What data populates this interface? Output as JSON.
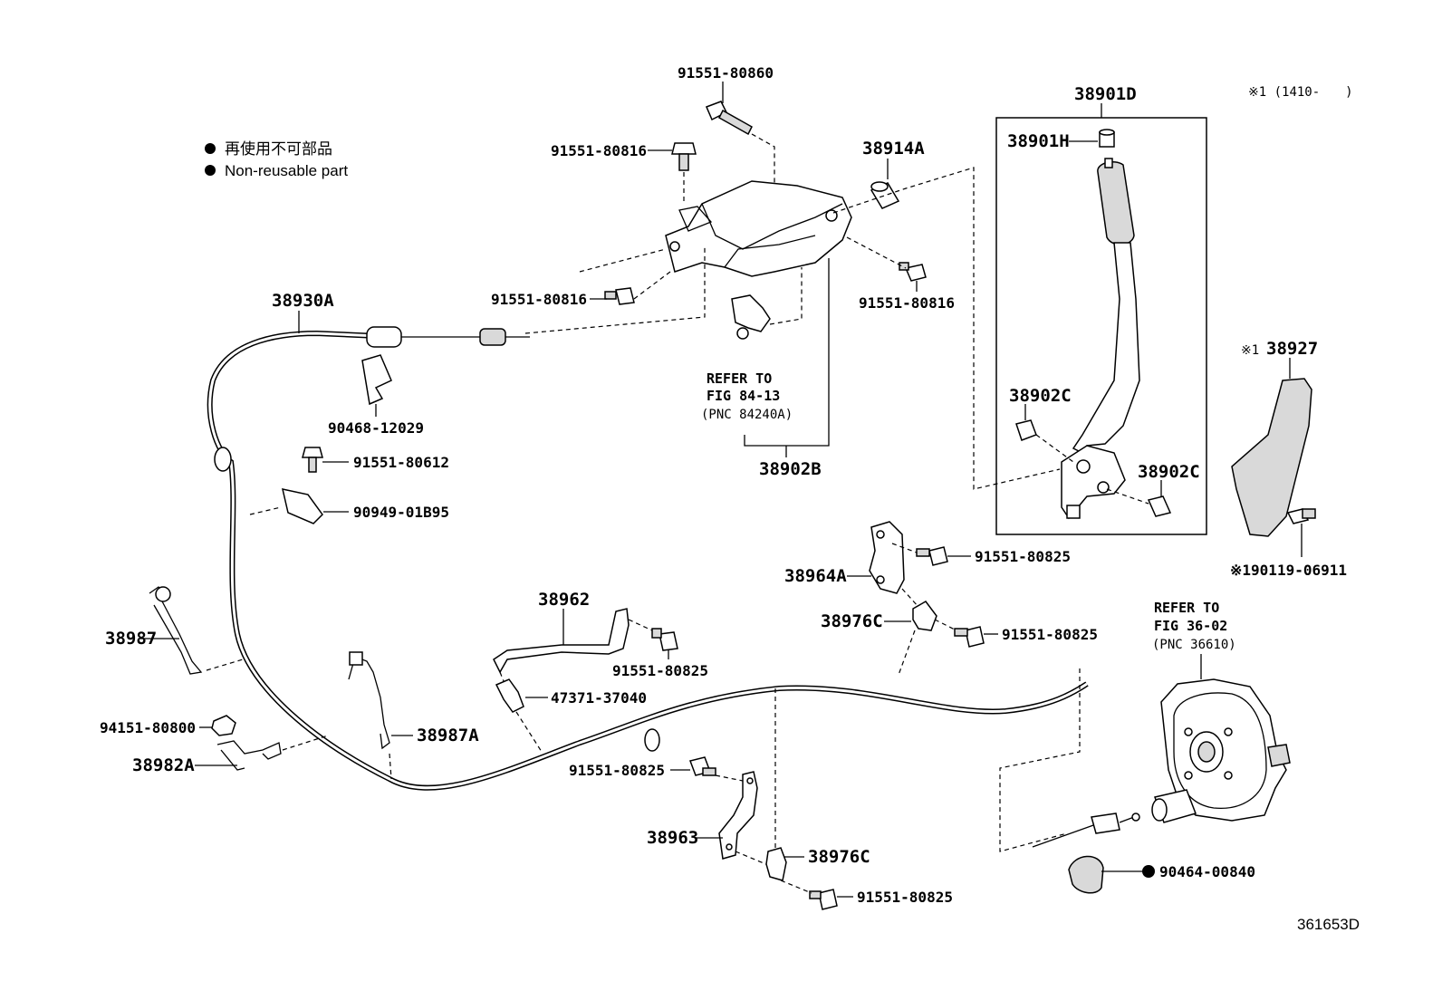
{
  "legend": {
    "jp": "再使用不可部品",
    "en": "Non-reusable part"
  },
  "date_note": "※1 (1410-　　)",
  "figure_id": "361653D",
  "parts": {
    "p38930A": "38930A",
    "p90468": "90468-12029",
    "p91551_80612": "91551-80612",
    "p90949": "90949-01B95",
    "p38987": "38987",
    "p94151": "94151-80800",
    "p38982A": "38982A",
    "p38987A": "38987A",
    "p91551_80860": "91551-80860",
    "p91551_80816_a": "91551-80816",
    "p91551_80816_b": "91551-80816",
    "p91551_80816_c": "91551-80816",
    "p38914A": "38914A",
    "p38902B": "38902B",
    "p38901D": "38901D",
    "p38901H": "38901H",
    "p38902C_a": "38902C",
    "p38902C_b": "38902C",
    "p38927": "38927",
    "p38927_mark": "※1",
    "p190119": "※190119-06911",
    "p38964A": "38964A",
    "p91551_80825_a": "91551-80825",
    "p38976C_a": "38976C",
    "p91551_80825_b": "91551-80825",
    "p38962": "38962",
    "p91551_80825_c": "91551-80825",
    "p47371": "47371-37040",
    "p91551_80825_d": "91551-80825",
    "p38963": "38963",
    "p38976C_b": "38976C",
    "p91551_80825_e": "91551-80825",
    "p90464": "90464-00840"
  },
  "refer_84": {
    "line1": "REFER TO",
    "line2": "FIG 84-13",
    "line3": "(PNC 84240A)"
  },
  "refer_36": {
    "line1": "REFER TO",
    "line2": "FIG 36-02",
    "line3": "(PNC 36610)"
  }
}
